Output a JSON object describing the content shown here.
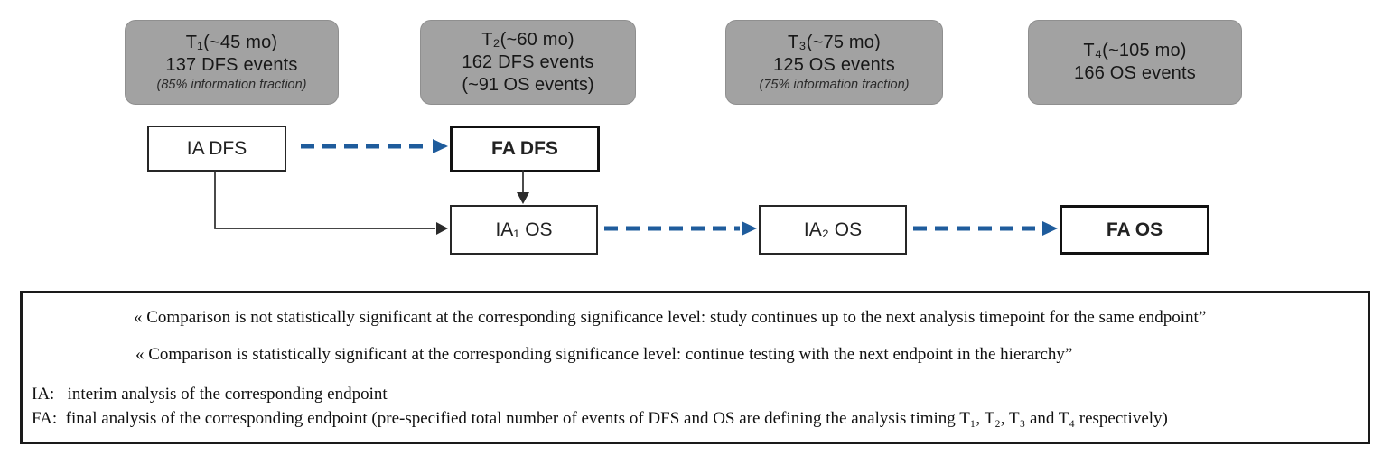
{
  "palette": {
    "box_gray": "#a2a2a2",
    "arrow_blue": "#1f5c9c",
    "node_border": "#1a1a1a"
  },
  "timepoints": [
    {
      "line1": "T₁(~45 mo)",
      "line2": "137 DFS events",
      "line3": "(85% information fraction)"
    },
    {
      "line1": "T₂(~60 mo)",
      "line2": "162 DFS events",
      "line3": "(~91 OS events)"
    },
    {
      "line1": "T₃(~75 mo)",
      "line2": "125 OS events",
      "line3": "(75% information fraction)"
    },
    {
      "line1": "T₄(~105 mo)",
      "line2": "166 OS events"
    }
  ],
  "analysis_nodes": [
    {
      "id": "ia-dfs",
      "label": "IA DFS",
      "final": false
    },
    {
      "id": "fa-dfs",
      "label": "FA DFS",
      "final": true
    },
    {
      "id": "ia1-os",
      "label": "IA₁ OS",
      "final": false
    },
    {
      "id": "ia2-os",
      "label": "IA₂ OS",
      "final": false
    },
    {
      "id": "fa-os",
      "label": "FA OS",
      "final": true
    }
  ],
  "legend": {
    "dashed_arrow_text": "« Comparison is not statistically significant at the corresponding significance level: study continues up to the next analysis timepoint for the same endpoint”",
    "solid_arrow_text": "« Comparison is statistically significant at the corresponding significance level: continue testing with the next endpoint in the hierarchy”",
    "ia_definition": "IA:   interim analysis of the corresponding endpoint",
    "fa_definition": "FA:  final analysis of the corresponding endpoint (pre-specified total number of events of DFS and OS are defining the analysis timing T₁, T₂, T₃ and T₄ respectively)"
  }
}
